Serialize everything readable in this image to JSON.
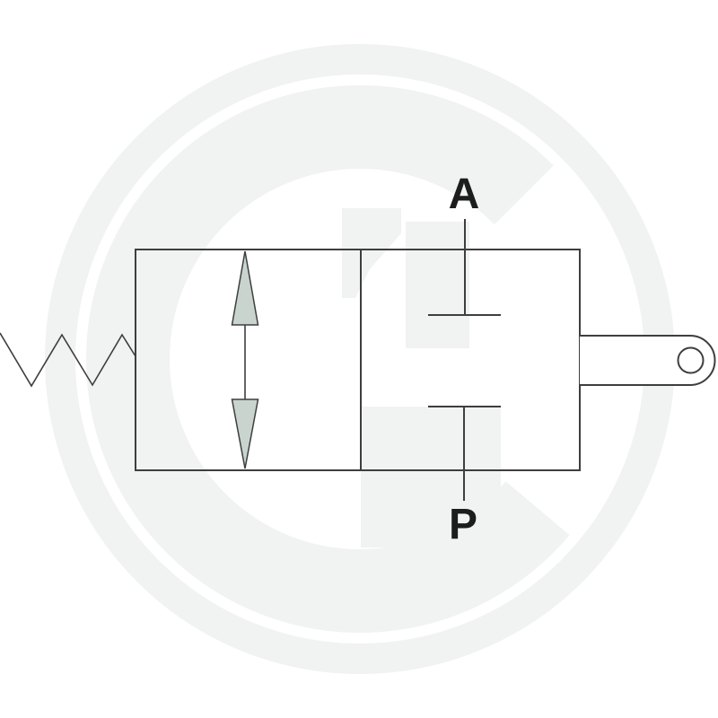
{
  "colors": {
    "background": "#ffffff",
    "line": "#3e3e3e",
    "label": "#1d1d1d",
    "arrow-fill": "#c9d4ce",
    "symbol-fill": "#ffffff",
    "watermark": "#f1f2f2"
  },
  "schematic": {
    "type": "2/2-way shut-off valve symbol",
    "ports": {
      "top": "A",
      "bottom": "P"
    }
  }
}
